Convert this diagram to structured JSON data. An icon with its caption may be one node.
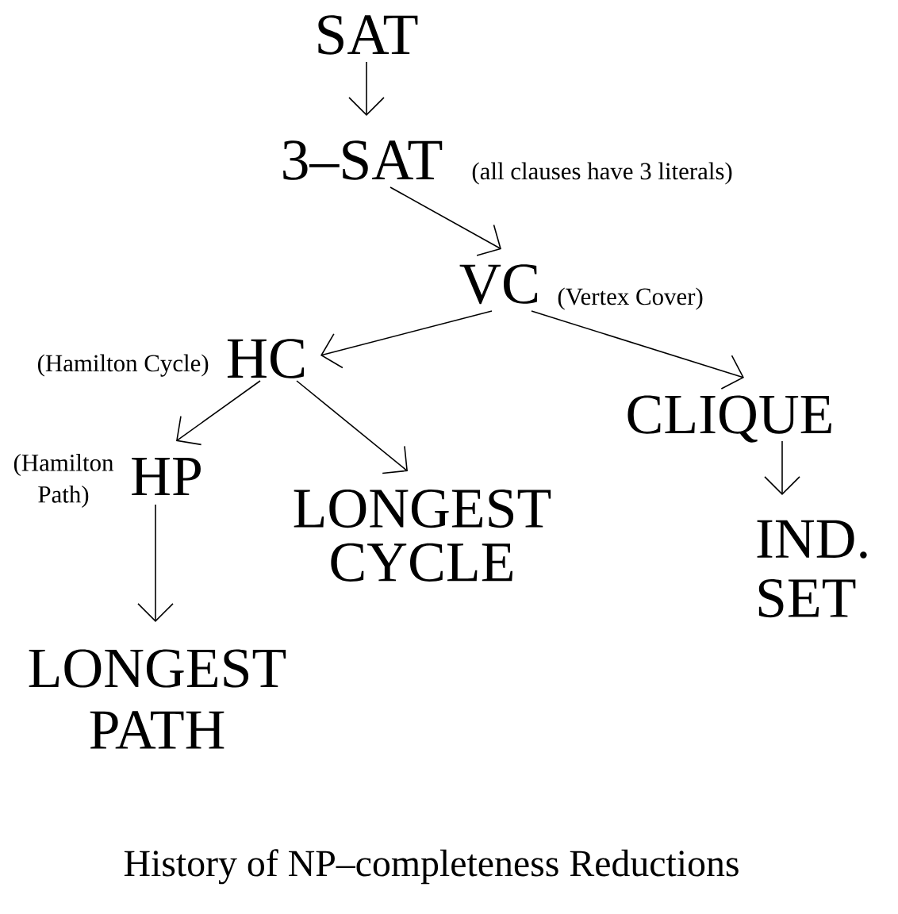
{
  "diagram": {
    "caption": "History of NP–completeness Reductions",
    "nodes": [
      {
        "text": [
          "SAT"
        ]
      },
      {
        "text": [
          "3–SAT"
        ],
        "beside": [
          "(all clauses have 3 literals)"
        ]
      },
      {
        "text": [
          "VC"
        ],
        "beside": [
          "(Vertex Cover)"
        ]
      },
      {
        "text": [
          "HC"
        ],
        "beside": [
          "(Hamilton Cycle)"
        ]
      },
      {
        "text": [
          "CLIQUE"
        ]
      },
      {
        "text": [
          "HP"
        ],
        "beside": [
          "(Hamilton Path)"
        ]
      },
      {
        "text": [
          "LONGEST CYCLE"
        ]
      },
      {
        "text": [
          "IND. SET"
        ]
      },
      {
        "text": [
          "LONGEST PATH"
        ]
      }
    ],
    "edges": [
      {
        "from": 0,
        "to": 1,
        "arrow": "to"
      },
      {
        "from": 1,
        "to": 2,
        "arrow": "to"
      },
      {
        "from": 2,
        "to": 3,
        "arrow": "to"
      },
      {
        "from": 2,
        "to": 4,
        "arrow": "to"
      },
      {
        "from": 3,
        "to": 5,
        "arrow": "to"
      },
      {
        "from": 3,
        "to": 6,
        "arrow": "to"
      },
      {
        "from": 4,
        "to": 7,
        "arrow": "to"
      },
      {
        "from": 5,
        "to": 8,
        "arrow": "to"
      }
    ]
  }
}
